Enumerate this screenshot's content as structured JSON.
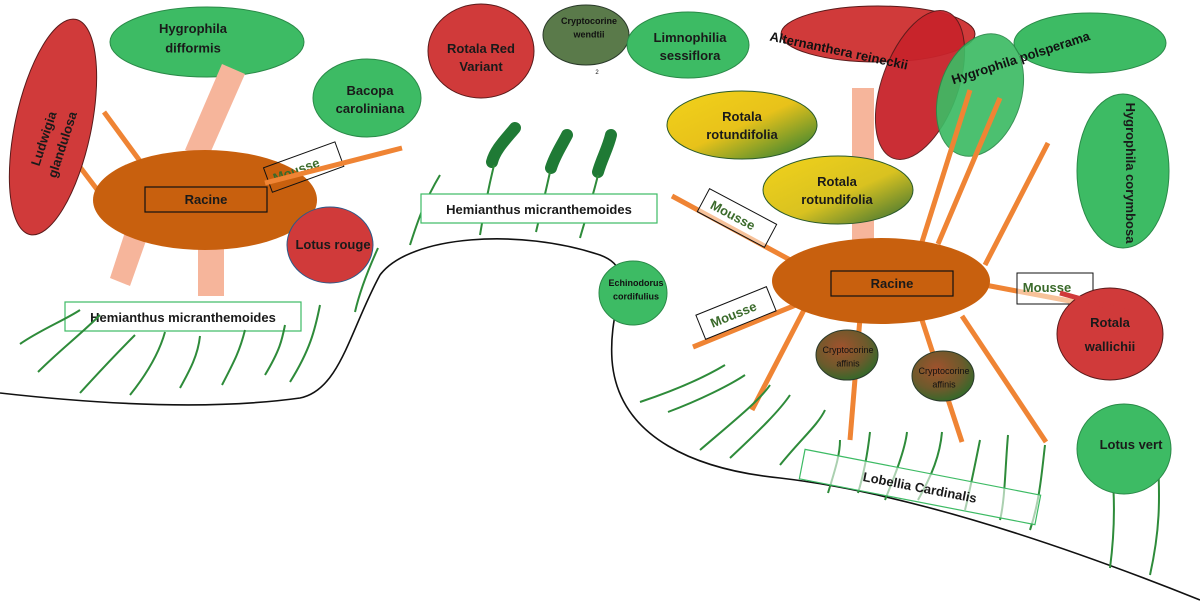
{
  "colors": {
    "green": "#3dbb64",
    "red": "#d03a3a",
    "orange": "#c8600e",
    "orange_line": "#ef8434",
    "peach": "#f6b59b",
    "stem": "#2e8b3a",
    "dark_green": "#5a7a4a"
  },
  "plants": {
    "hygrophila_difformis": "Hygrophila difformis",
    "ludwigia": "Ludwigia glandulosa",
    "bacopa": "Bacopa caroliniana",
    "rotala_red": "Rotala Red Variant",
    "crypto_wendtii": "Cryptocorine wendtii",
    "crypto_wendtii_note": "2",
    "limnophila": "Limnophilia sessiflora",
    "alternanthera": "Alternanthera reineckii",
    "hygrophila_polysperma": "Hygrophila polsperama",
    "hygrophila_corymbosa": "Hygrophila corymbosa",
    "rotala_rotundifolia_1": "Rotala rotundifolia",
    "rotala_rotundifolia_2": "Rotala rotundifolia",
    "lotus_rouge": "Lotus rouge",
    "echinodorus": "Echinodorus cordifulius",
    "crypto_affinis_1": "Cryptocorine affinis",
    "crypto_affinis_2": "Cryptocorine affinis",
    "rotala_wallichii": "Rotala wallichii",
    "lotus_vert": "Lotus vert"
  },
  "labels": {
    "racine_left": "Racine",
    "racine_right": "Racine",
    "mousse_left": "Mousse",
    "mousse_top_right": "Mousse",
    "mousse_bottom_right": "Mousse",
    "mousse_far_right": "Mousse",
    "hemianthus_left": "Hemianthus micranthemoides",
    "hemianthus_center": "Hemianthus micranthemoides",
    "lobelia": "Lobellia Cardinalis"
  }
}
